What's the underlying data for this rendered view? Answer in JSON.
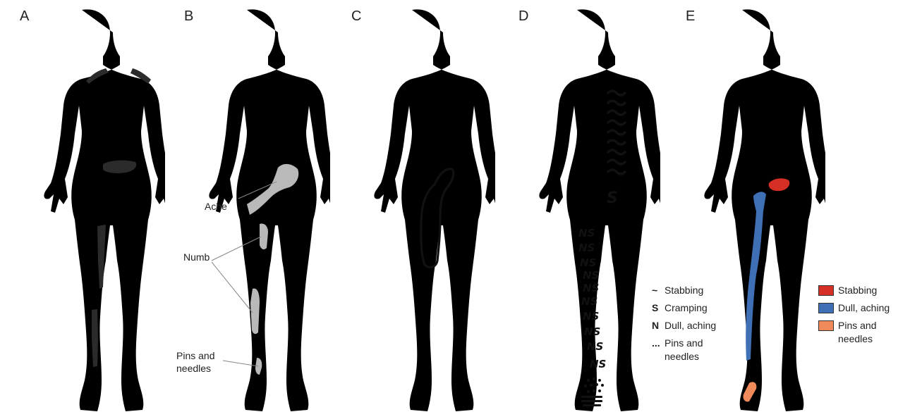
{
  "panels": [
    {
      "letter": "A"
    },
    {
      "letter": "B",
      "labels": {
        "ache": "Ache",
        "numb": "Numb",
        "pins": "Pins and\nneedles"
      }
    },
    {
      "letter": "C"
    },
    {
      "letter": "D",
      "symbols": {
        "stabbing": "~",
        "cramping": "S",
        "ns": "NS",
        "dots": "..."
      },
      "legend": [
        {
          "symbol": "~",
          "label": "Stabbing"
        },
        {
          "symbol": "S",
          "label": "Cramping"
        },
        {
          "symbol": "N",
          "label": "Dull, aching"
        },
        {
          "symbol": "...",
          "label": "Pins and\nneedles"
        }
      ]
    },
    {
      "letter": "E",
      "legend": [
        {
          "color": "#d62f26",
          "label": "Stabbing"
        },
        {
          "color": "#3f6fb5",
          "label": "Dull, aching"
        },
        {
          "color": "#f08a5b",
          "label": "Pins and\nneedles"
        }
      ]
    }
  ],
  "colors": {
    "dark_marks": "#2b2b2b",
    "gray_marks": "#b9b9b9",
    "outline": "#444444",
    "stabbing": "#d62f26",
    "dull_aching": "#3f6fb5",
    "pins_and_needles": "#f08a5b"
  }
}
